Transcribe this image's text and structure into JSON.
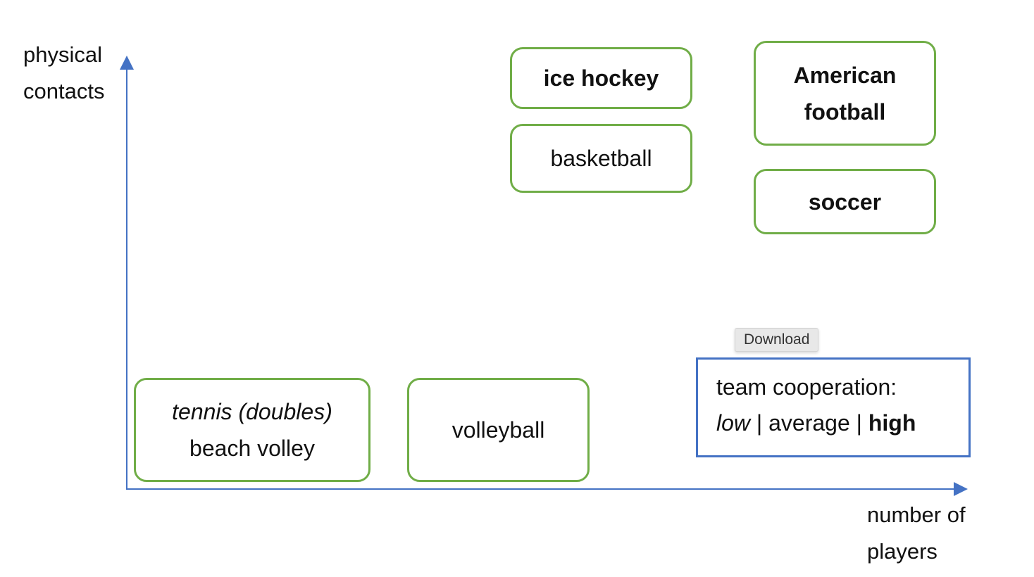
{
  "axes": {
    "y_label": [
      "physical",
      "contacts"
    ],
    "x_label": [
      "number of",
      "players"
    ],
    "color": "#4472c4"
  },
  "box_color": "#70ad47",
  "boxes": {
    "ice_hockey": "ice hockey",
    "american_football": [
      "American",
      "football"
    ],
    "basketball": "basketball",
    "soccer": "soccer",
    "tennis": "tennis (doubles)",
    "beach_volley": "beach volley",
    "volleyball": "volleyball"
  },
  "legend": {
    "title": "team cooperation:",
    "low": "low",
    "sep": "|",
    "average": "average",
    "high": "high"
  },
  "tooltip": "Download"
}
